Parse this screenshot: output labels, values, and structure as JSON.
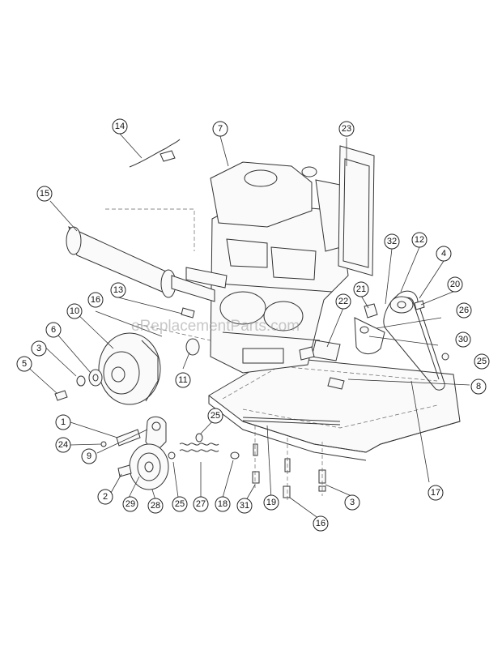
{
  "watermark": "eReplacementParts.com",
  "callouts": [
    "1",
    "2",
    "3",
    "3",
    "4",
    "5",
    "6",
    "7",
    "8",
    "9",
    "10",
    "11",
    "12",
    "13",
    "14",
    "15",
    "16",
    "16",
    "17",
    "18",
    "19",
    "20",
    "21",
    "22",
    "23",
    "24",
    "25",
    "25",
    "25",
    "26",
    "27",
    "28",
    "29",
    "30",
    "31",
    "32"
  ]
}
